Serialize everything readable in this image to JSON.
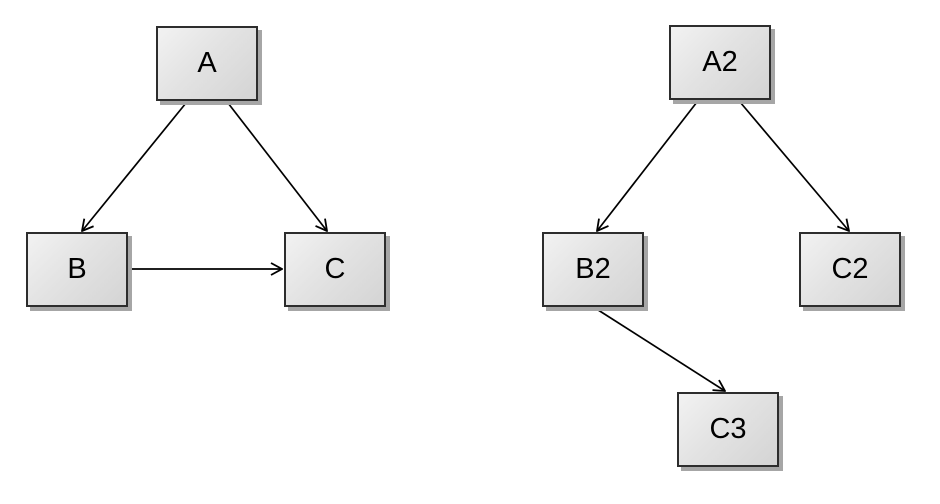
{
  "canvas": {
    "background": "#ffffff"
  },
  "diagram_left": {
    "nodes": [
      {
        "id": "A",
        "label": "A"
      },
      {
        "id": "B",
        "label": "B"
      },
      {
        "id": "C",
        "label": "C"
      }
    ],
    "edges": [
      {
        "from": "A",
        "to": "B"
      },
      {
        "from": "A",
        "to": "C"
      },
      {
        "from": "B",
        "to": "C"
      }
    ]
  },
  "diagram_right": {
    "nodes": [
      {
        "id": "A2",
        "label": "A2"
      },
      {
        "id": "B2",
        "label": "B2"
      },
      {
        "id": "C2",
        "label": "C2"
      },
      {
        "id": "C3",
        "label": "C3"
      }
    ],
    "edges": [
      {
        "from": "A2",
        "to": "B2"
      },
      {
        "from": "A2",
        "to": "C2"
      },
      {
        "from": "B2",
        "to": "C3"
      }
    ]
  },
  "colors": {
    "node_fill_light": "#f2f2f2",
    "node_fill_dark": "#d4d4d4",
    "node_border": "#2d2d2d",
    "node_shadow": "#a6a6a6",
    "edge_stroke": "#000000",
    "label_text": "#000000"
  }
}
